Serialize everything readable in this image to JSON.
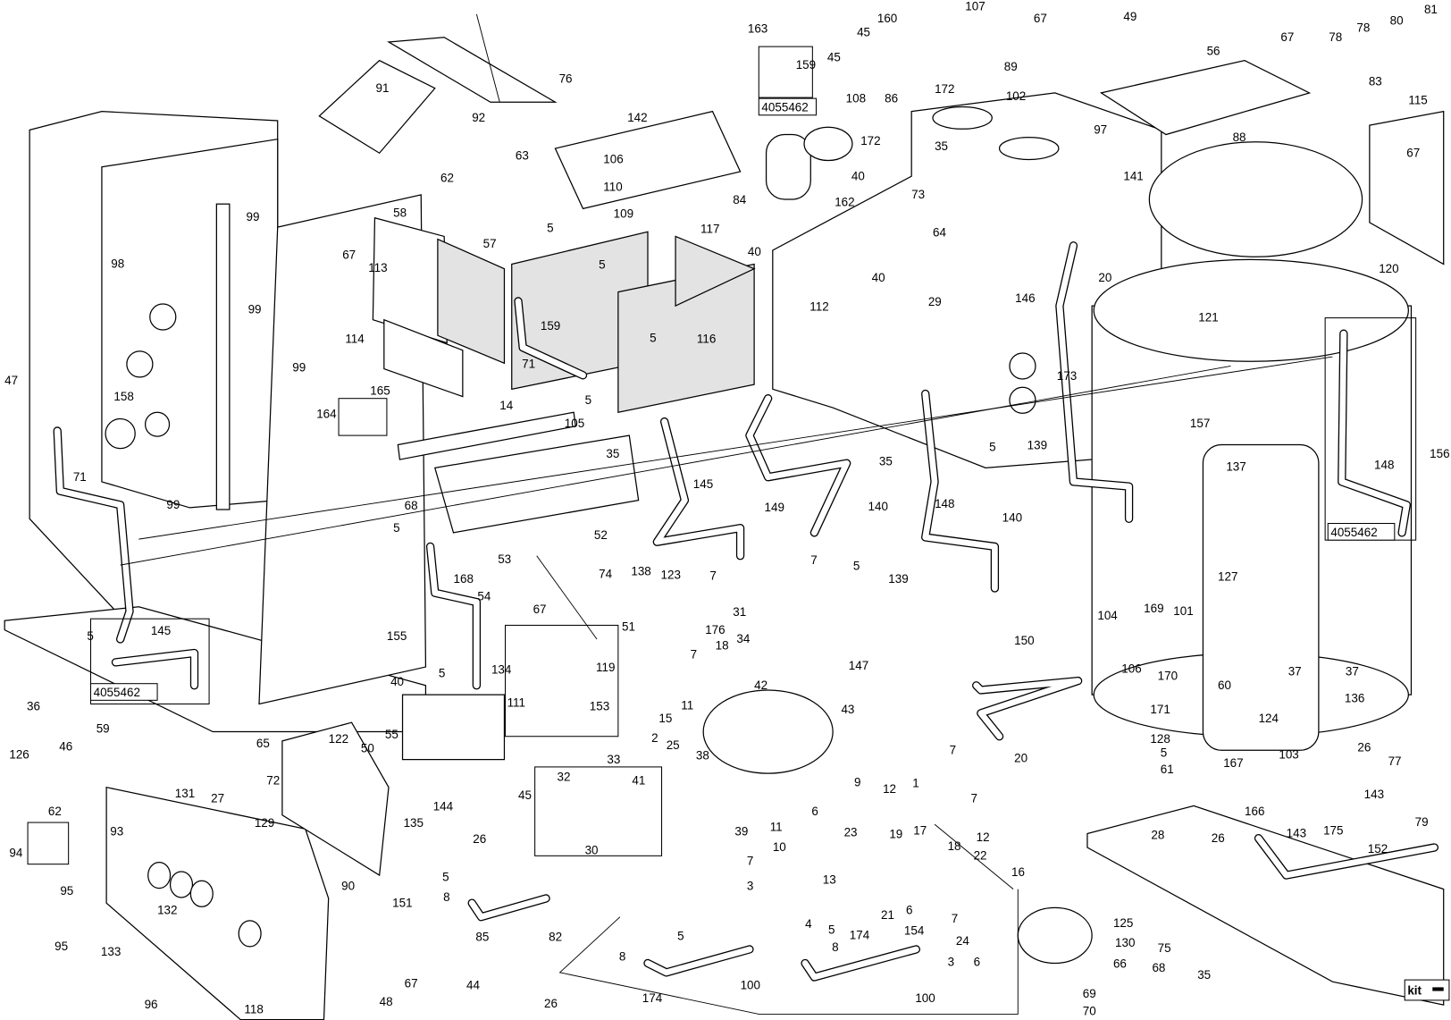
{
  "diagram": {
    "kit_label": "kit",
    "kit_symbol": "minus",
    "kit_code_boxes": [
      "4055462",
      "4055462",
      "4055462"
    ],
    "labels": [
      "163",
      "107",
      "67",
      "49",
      "81",
      "160",
      "45",
      "159",
      "76",
      "67",
      "78",
      "80",
      "78",
      "45",
      "56",
      "91",
      "92",
      "89",
      "108",
      "86",
      "172",
      "102",
      "83",
      "115",
      "142",
      "97",
      "35",
      "172",
      "88",
      "63",
      "106",
      "67",
      "110",
      "141",
      "84",
      "162",
      "73",
      "58",
      "62",
      "99",
      "40",
      "109",
      "117",
      "5",
      "98",
      "64",
      "20",
      "57",
      "40",
      "67",
      "113",
      "5",
      "40",
      "99",
      "112",
      "146",
      "120",
      "29",
      "159",
      "5",
      "116",
      "121",
      "114",
      "71",
      "173",
      "47",
      "99",
      "5",
      "165",
      "164",
      "158",
      "14",
      "105",
      "35",
      "157",
      "137",
      "148",
      "156",
      "35",
      "5",
      "139",
      "71",
      "99",
      "145",
      "149",
      "68",
      "140",
      "148",
      "140",
      "5",
      "52",
      "7",
      "5",
      "139",
      "53",
      "168",
      "74",
      "138",
      "123",
      "7",
      "54",
      "67",
      "31",
      "127",
      "51",
      "176",
      "150",
      "104",
      "169",
      "101",
      "5",
      "145",
      "155",
      "34",
      "7",
      "18",
      "134",
      "119",
      "106",
      "170",
      "37",
      "37",
      "5",
      "147",
      "60",
      "36",
      "40",
      "42",
      "136",
      "111",
      "153",
      "11",
      "15",
      "43",
      "171",
      "124",
      "59",
      "128",
      "20",
      "25",
      "38",
      "2",
      "122",
      "55",
      "50",
      "46",
      "126",
      "5",
      "26",
      "103",
      "77",
      "7",
      "61",
      "167",
      "65",
      "72",
      "27",
      "131",
      "33",
      "32",
      "41",
      "9",
      "1",
      "12",
      "7",
      "143",
      "166",
      "144",
      "45",
      "6",
      "11",
      "93",
      "129",
      "135",
      "39",
      "175",
      "62",
      "94",
      "12",
      "28",
      "26",
      "143",
      "79",
      "23",
      "19",
      "17",
      "26",
      "10",
      "30",
      "18",
      "7",
      "22",
      "5",
      "152",
      "90",
      "16",
      "8",
      "3",
      "13",
      "95",
      "151",
      "6",
      "7",
      "21",
      "4",
      "132",
      "24",
      "95",
      "133",
      "85",
      "82",
      "125",
      "154",
      "5",
      "5",
      "8",
      "174",
      "3",
      "6",
      "130",
      "75",
      "67",
      "48",
      "100",
      "100",
      "8",
      "174",
      "44",
      "26",
      "96",
      "118",
      "66",
      "68",
      "35",
      "69",
      "70"
    ]
  }
}
